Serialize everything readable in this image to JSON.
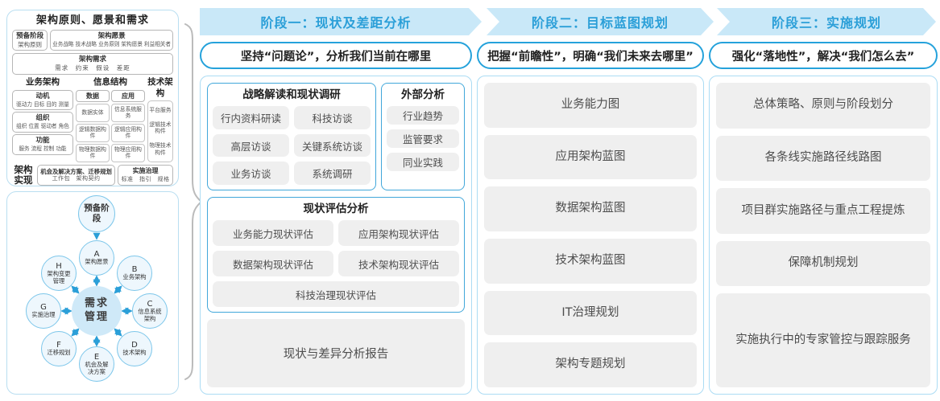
{
  "colors": {
    "band_bg": "#c9e8f8",
    "band_text": "#2b9fd8",
    "subtitle_border": "#25a2db",
    "panel_border": "#abdcf4",
    "inner_box_border": "#41a7da",
    "item_bg": "#efefef",
    "arrow_blue": "#2b9fd8",
    "center_circle_bg": "#cfe9f8",
    "satellite_bg": "#eef7fd",
    "brace_gray": "#bbbbbb"
  },
  "left_panel": {
    "title": "架构原则、愿景和需求",
    "prep": {
      "title": "预备阶段",
      "sub": "架构原则"
    },
    "vision": {
      "title": "架构愿景",
      "sub": "业务战略 技术战略 业务原则 架构愿景 利益相关者"
    },
    "requirements": {
      "title": "架构需求",
      "sub": "需求　约束　假设　差距"
    },
    "business": {
      "title": "业务架构",
      "boxes": [
        {
          "title": "动机",
          "sub": "驱动力 目标 目的 测量"
        },
        {
          "title": "组织",
          "sub": "组织 位置 驱动者 角色"
        },
        {
          "title": "功能",
          "sub": "服务 流程 控制 功能"
        }
      ]
    },
    "information": {
      "title": "信息结构",
      "columns": [
        {
          "header": "数据",
          "items": [
            "数据实体",
            "逻辑数据构件",
            "物理数据构件"
          ]
        },
        {
          "header": "应用",
          "items": [
            "信息系统服务",
            "逻辑应用构件",
            "物理应用构件"
          ]
        }
      ]
    },
    "technology": {
      "title": "技术架构",
      "items": [
        "平台服务",
        "逻辑技术构件",
        "物理技术构件"
      ]
    },
    "implementation": {
      "label": "架构实现",
      "boxes": [
        {
          "title": "机会及解决方案、迁移规划",
          "sub": "工作包　架构契约"
        },
        {
          "title": "实施治理",
          "sub": "标准　指引　规格"
        }
      ]
    }
  },
  "adm": {
    "prep_label": "预备阶段",
    "center_label": "需求管理",
    "nodes": [
      {
        "letter": "A",
        "label": "架构愿景"
      },
      {
        "letter": "B",
        "label": "业务架构"
      },
      {
        "letter": "C",
        "label": "信息系统架构"
      },
      {
        "letter": "D",
        "label": "技术架构"
      },
      {
        "letter": "E",
        "label": "机会及解决方案"
      },
      {
        "letter": "F",
        "label": "迁移规划"
      },
      {
        "letter": "G",
        "label": "实施治理"
      },
      {
        "letter": "H",
        "label": "架构变更管理"
      }
    ]
  },
  "phases": [
    {
      "header": "阶段一：现状及差距分析",
      "subtitle": "坚持“问题论”，分析我们当前在哪里",
      "strategy": {
        "title": "战略解读和现状调研",
        "items": [
          "行内资料研读",
          "科技访谈",
          "高层访谈",
          "关键系统访谈",
          "业务访谈",
          "系统调研"
        ]
      },
      "external": {
        "title": "外部分析",
        "items": [
          "行业趋势",
          "监管要求",
          "同业实践"
        ]
      },
      "assessment": {
        "title": "现状评估分析",
        "items": [
          "业务能力现状评估",
          "应用架构现状评估",
          "数据架构现状评估",
          "技术架构现状评估",
          "科技治理现状评估"
        ]
      },
      "report": "现状与差异分析报告"
    },
    {
      "header": "阶段二：目标蓝图规划",
      "subtitle": "把握“前瞻性”，明确“我们未来去哪里”",
      "items": [
        "业务能力图",
        "应用架构蓝图",
        "数据架构蓝图",
        "技术架构蓝图",
        "IT治理规划",
        "架构专题规划"
      ]
    },
    {
      "header": "阶段三：实施规划",
      "subtitle": "强化“落地性”，解决“我们怎么去”",
      "items": [
        "总体策略、原则与阶段划分",
        "各条线实施路径线路图",
        "项目群实施路径与重点工程提炼",
        "保障机制规划",
        "实施执行中的专家管控与跟踪服务"
      ]
    }
  ]
}
